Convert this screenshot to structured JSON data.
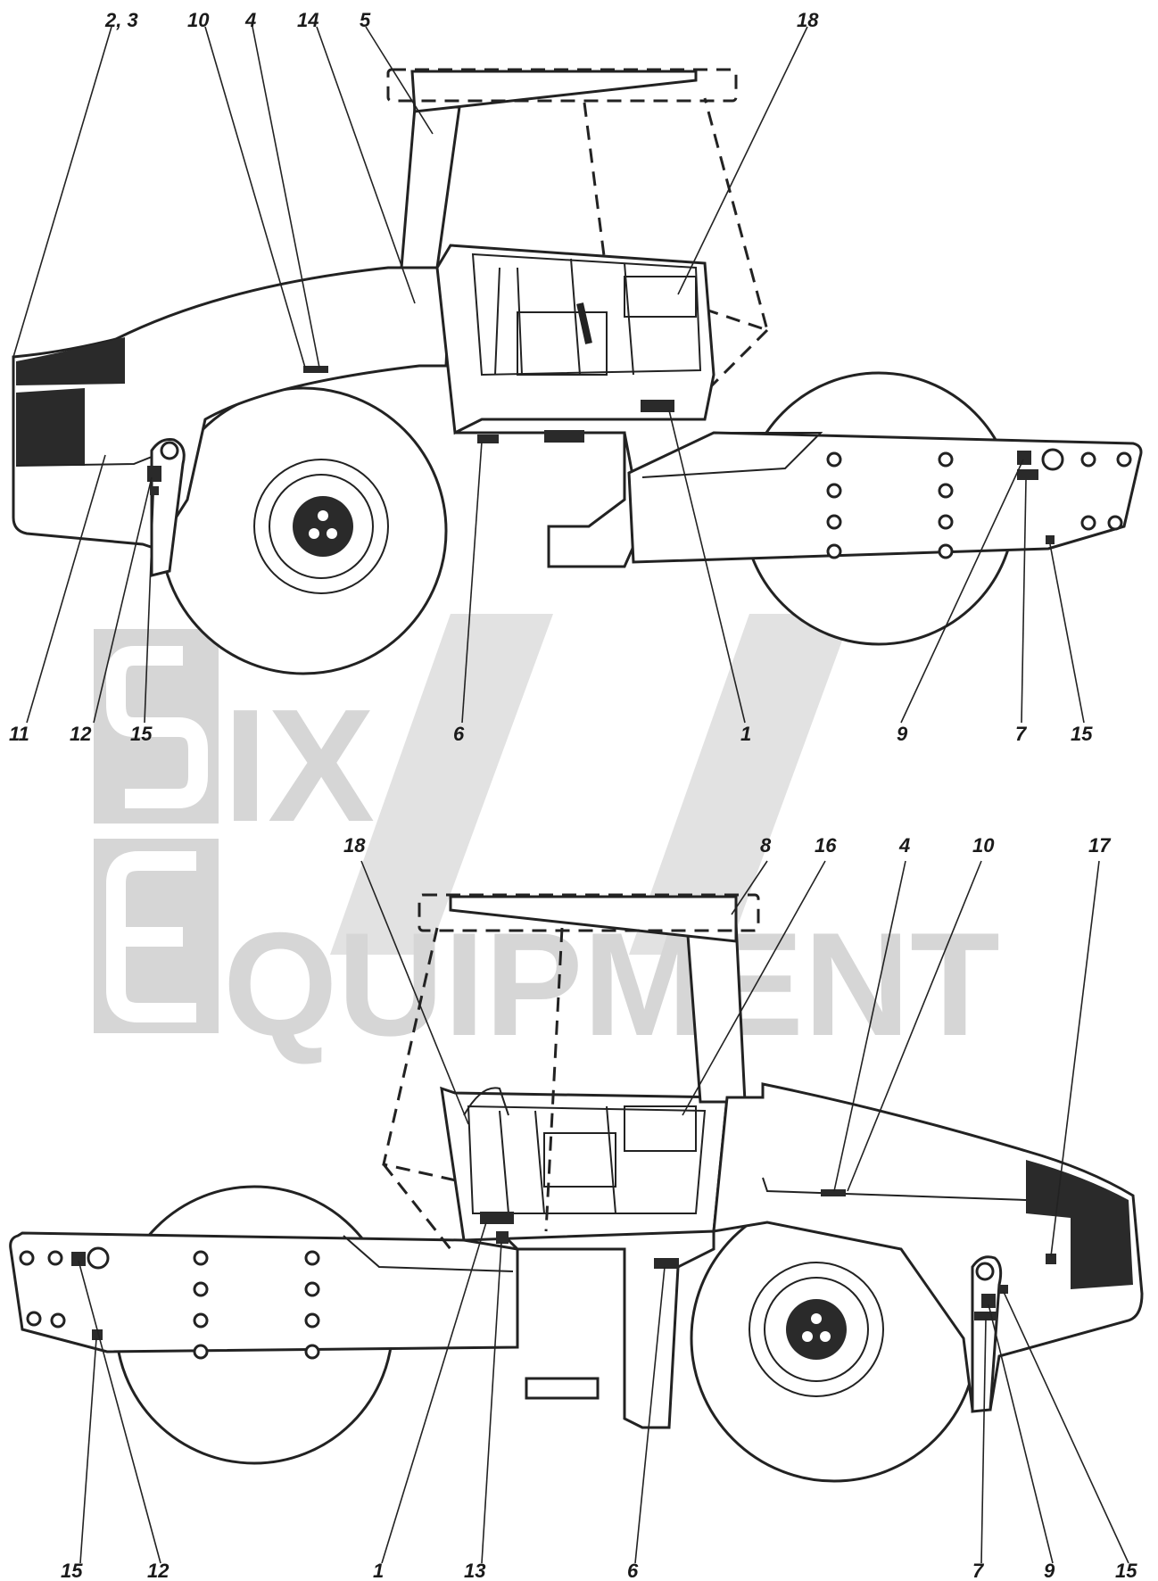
{
  "watermark": {
    "word1": "IX",
    "word2": "QUIPMENT",
    "logo_name": "six-equipment-logo"
  },
  "top_view": {
    "callouts": [
      {
        "id": "t-2-3",
        "label": "2, 3"
      },
      {
        "id": "t-10",
        "label": "10"
      },
      {
        "id": "t-4",
        "label": "4"
      },
      {
        "id": "t-14",
        "label": "14"
      },
      {
        "id": "t-5",
        "label": "5"
      },
      {
        "id": "t-18",
        "label": "18"
      },
      {
        "id": "t-11",
        "label": "11"
      },
      {
        "id": "t-12",
        "label": "12"
      },
      {
        "id": "t-15a",
        "label": "15"
      },
      {
        "id": "t-6",
        "label": "6"
      },
      {
        "id": "t-1",
        "label": "1"
      },
      {
        "id": "t-9",
        "label": "9"
      },
      {
        "id": "t-7",
        "label": "7"
      },
      {
        "id": "t-15b",
        "label": "15"
      }
    ]
  },
  "bottom_view": {
    "callouts": [
      {
        "id": "b-18",
        "label": "18"
      },
      {
        "id": "b-8",
        "label": "8"
      },
      {
        "id": "b-16",
        "label": "16"
      },
      {
        "id": "b-4",
        "label": "4"
      },
      {
        "id": "b-10",
        "label": "10"
      },
      {
        "id": "b-17",
        "label": "17"
      },
      {
        "id": "b-15a",
        "label": "15"
      },
      {
        "id": "b-12",
        "label": "12"
      },
      {
        "id": "b-1",
        "label": "1"
      },
      {
        "id": "b-13",
        "label": "13"
      },
      {
        "id": "b-6",
        "label": "6"
      },
      {
        "id": "b-7",
        "label": "7"
      },
      {
        "id": "b-9",
        "label": "9"
      },
      {
        "id": "b-15b",
        "label": "15"
      }
    ]
  }
}
